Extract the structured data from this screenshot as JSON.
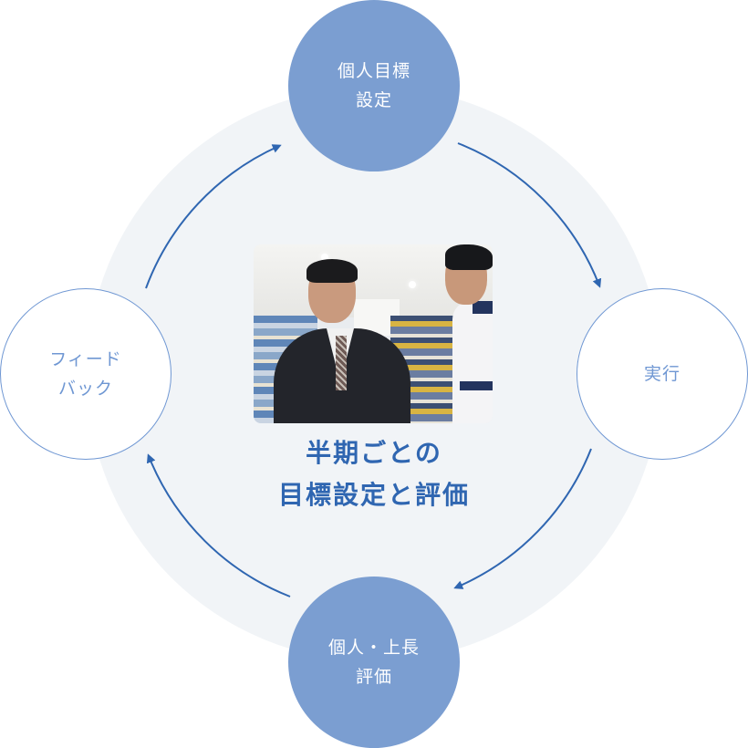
{
  "diagram": {
    "type": "cycle",
    "center": {
      "photo_alt": "Two store staff members talking in a retail store aisle",
      "title_lines": [
        "半期ごとの",
        "目標設定と評価"
      ]
    },
    "nodes": [
      {
        "id": "top",
        "lines": [
          "個人目標",
          "設定"
        ],
        "style": "filled"
      },
      {
        "id": "right",
        "lines": [
          "実行"
        ],
        "style": "outline"
      },
      {
        "id": "bottom",
        "lines": [
          "個人・上長",
          "評価"
        ],
        "style": "filled"
      },
      {
        "id": "left",
        "lines": [
          "フィード",
          "バック"
        ],
        "style": "outline"
      }
    ],
    "arrows": [
      {
        "from": "top",
        "to": "right",
        "direction": "clockwise"
      },
      {
        "from": "right",
        "to": "bottom",
        "direction": "clockwise"
      },
      {
        "from": "bottom",
        "to": "left",
        "direction": "clockwise"
      },
      {
        "from": "left",
        "to": "top",
        "direction": "clockwise"
      }
    ]
  },
  "colors": {
    "node_fill": "#7b9ed1",
    "node_outline": "#6f97d3",
    "arrow": "#2f66b1",
    "title": "#2f66b1",
    "background_circle": "#f1f4f7"
  }
}
